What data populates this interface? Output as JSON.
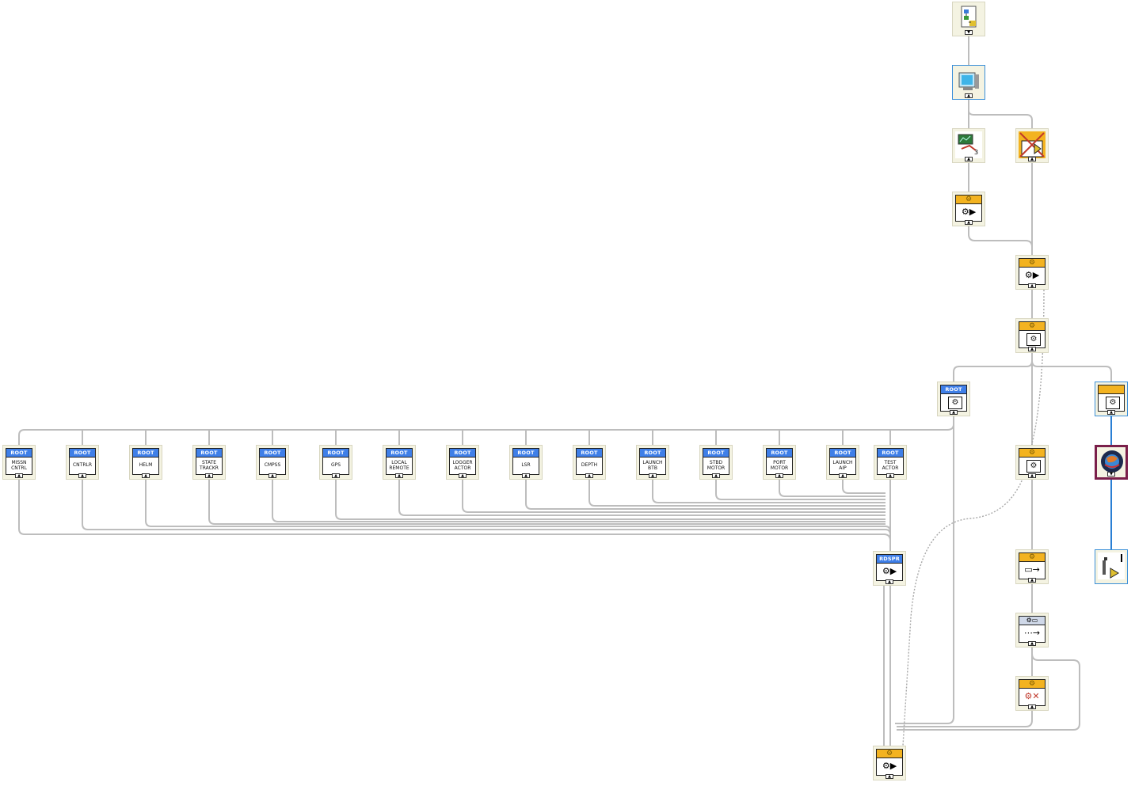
{
  "header_labels": {
    "root": "ROOT",
    "rdspr": "RDSPR"
  },
  "icons": {
    "gear": "⚙",
    "monitor": "🖥",
    "terminal_arrow": "▲"
  },
  "actors": [
    {
      "label": "MISSN\nCNTRL"
    },
    {
      "label": "CNTRLR"
    },
    {
      "label": "HELM"
    },
    {
      "label": "STATE\nTRACKR"
    },
    {
      "label": "CMPSS"
    },
    {
      "label": "GPS"
    },
    {
      "label": "LOCAL\nREMOTE"
    },
    {
      "label": "LOGGER\nACTOR"
    },
    {
      "label": "LSR"
    },
    {
      "label": "DEPTH"
    },
    {
      "label": "LAUNCH\nBTB"
    },
    {
      "label": "STBD\nMOTOR"
    },
    {
      "label": "PORT\nMOTOR"
    },
    {
      "label": "LAUNCH\nAIP"
    },
    {
      "label": "TEST\nACTOR"
    }
  ],
  "badges": {
    "count_3": "3"
  },
  "colors": {
    "wire": "#bdbdbd",
    "wire_blue": "#2a7fd4",
    "root_header": "#3f7fe8",
    "gold_header": "#f3b320",
    "node_bg": "#f4f3e2",
    "special_border": "#7a1f4a"
  }
}
